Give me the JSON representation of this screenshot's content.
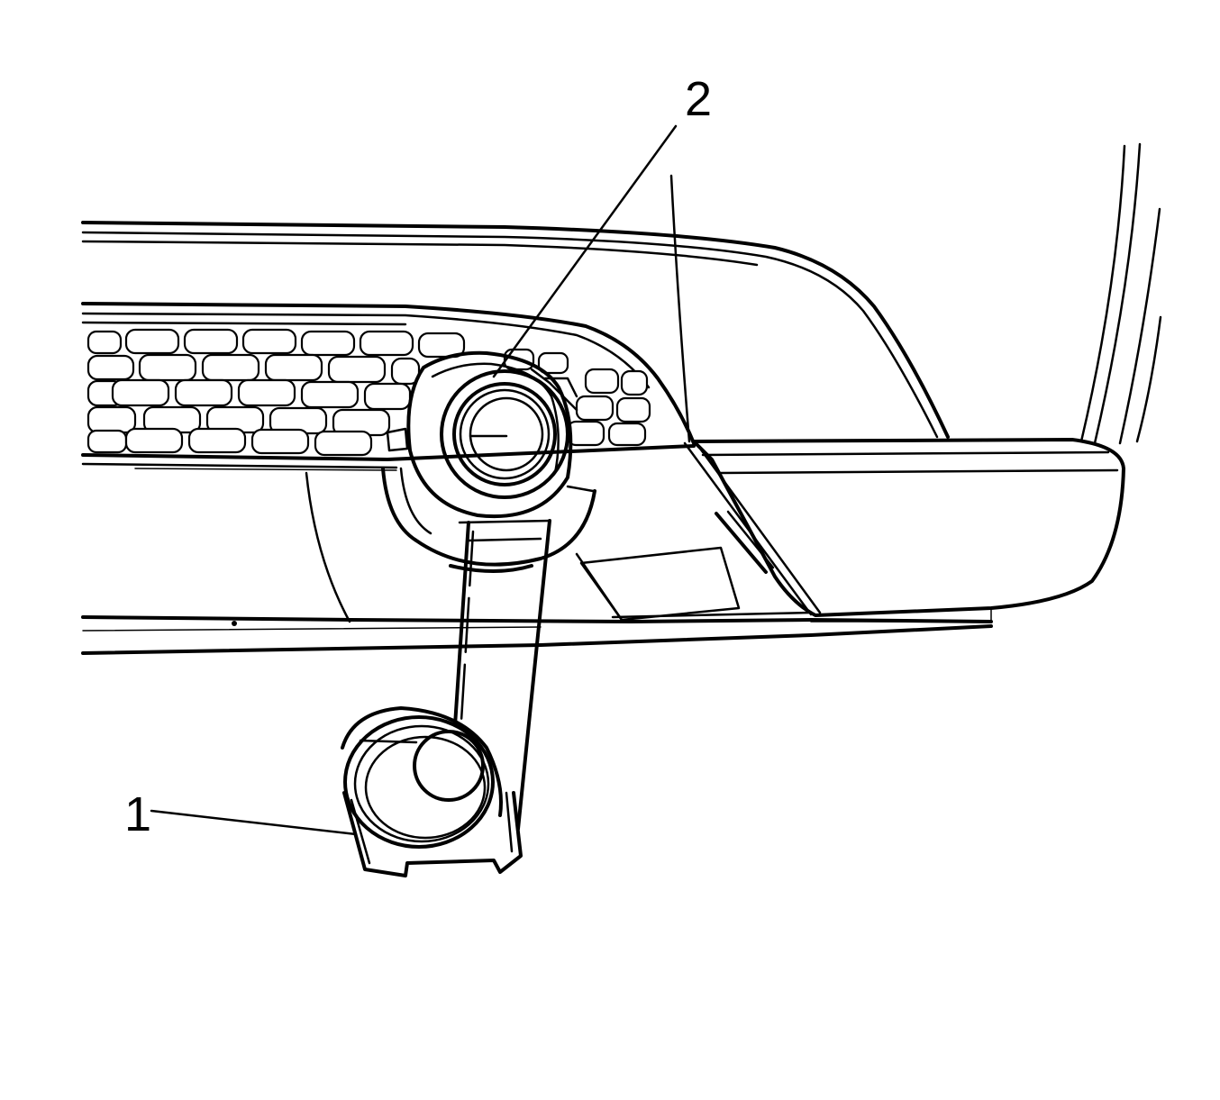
{
  "callouts": [
    {
      "id": "1",
      "label": "1",
      "part": "fog-lamp-bezel"
    },
    {
      "id": "2",
      "label": "2",
      "part": "fog-lamp-opening"
    }
  ],
  "colors": {
    "line": "#000000",
    "background": "#ffffff"
  }
}
